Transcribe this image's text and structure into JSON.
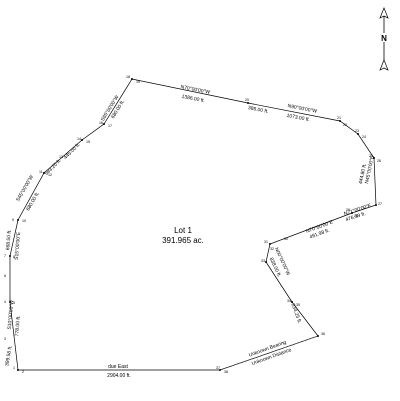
{
  "north_arrow": {
    "label": "N",
    "icon": "north-arrow-icon"
  },
  "lot": {
    "name": "Lot 1",
    "area": "391.965 ac."
  },
  "boundary_calls": [
    {
      "bearing": "N70°00'00\"W",
      "distance": "1386.00 ft."
    },
    {
      "bearing": "N90°00'00\"W",
      "distance": "1073.00 ft."
    },
    {
      "bearing": "",
      "distance": "386.00 ft."
    },
    {
      "bearing": "N45°00'00\"E",
      "distance": "444.80 ft."
    },
    {
      "bearing": "N71°00'00\"E",
      "distance": "476.39 ft."
    },
    {
      "bearing": "N70°00'00\"E",
      "distance": "491.98 ft."
    },
    {
      "bearing": "N00°00'00\"W",
      "distance": "838.00 ft."
    },
    {
      "bearing": "",
      "distance": "234.25 ft."
    },
    {
      "bearing": "Unknown Bearing",
      "distance": "Unknown Distance"
    },
    {
      "bearing": "due East",
      "distance": "2904.00 ft."
    },
    {
      "bearing": "",
      "distance": "399.58 ft."
    },
    {
      "bearing": "",
      "distance": "778.00 ft."
    },
    {
      "bearing": "S10°00'00\"W",
      "distance": ""
    },
    {
      "bearing": "",
      "distance": "668.50 ft."
    },
    {
      "bearing": "S15°00'00\"E",
      "distance": ""
    },
    {
      "bearing": "S45°00'00\"W",
      "distance": "680.00 ft."
    },
    {
      "bearing": "",
      "distance": "583.20 ft."
    },
    {
      "bearing": "",
      "distance": "445.00 ft."
    },
    {
      "bearing": "",
      "distance": "680.00 ft."
    },
    {
      "bearing": "S65°00'00\"W",
      "distance": ""
    }
  ],
  "point_numbers": [
    "1",
    "2",
    "3",
    "4",
    "5",
    "6",
    "7",
    "8",
    "9",
    "10",
    "11",
    "12",
    "13",
    "14",
    "15",
    "16",
    "17",
    "18",
    "19",
    "20",
    "21",
    "22",
    "23",
    "24",
    "25",
    "26",
    "27",
    "28",
    "29",
    "30",
    "31",
    "32",
    "33",
    "34",
    "35",
    "36",
    "37",
    "38"
  ],
  "colors": {
    "line": "#000000",
    "background": "#ffffff",
    "unknown_line": "#555555"
  }
}
